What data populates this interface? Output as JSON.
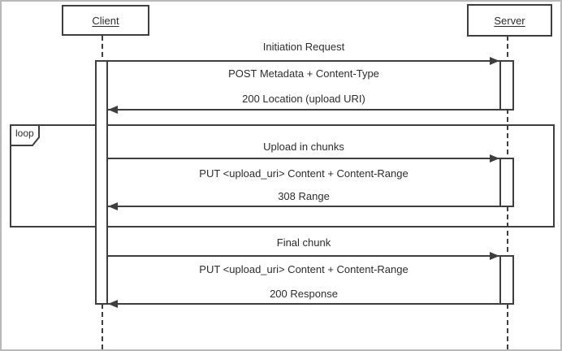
{
  "diagram_type": "uml-sequence",
  "colors": {
    "line": "#3f3f3f",
    "text": "#2d2d2d",
    "background": "#ffffff",
    "frame_border": "#b9b9b9"
  },
  "actors": {
    "client": "Client",
    "server": "Server"
  },
  "loop": {
    "label": "loop"
  },
  "sections": {
    "initiation": {
      "title": "Initiation Request",
      "request": "POST Metadata + Content-Type",
      "response": "200 Location (upload URI)"
    },
    "chunks": {
      "title": "Upload in chunks",
      "request": "PUT <upload_uri> Content + Content-Range",
      "response": "308 Range"
    },
    "final": {
      "title": "Final chunk",
      "request": "PUT <upload_uri> Content + Content-Range",
      "response": "200 Response"
    }
  }
}
